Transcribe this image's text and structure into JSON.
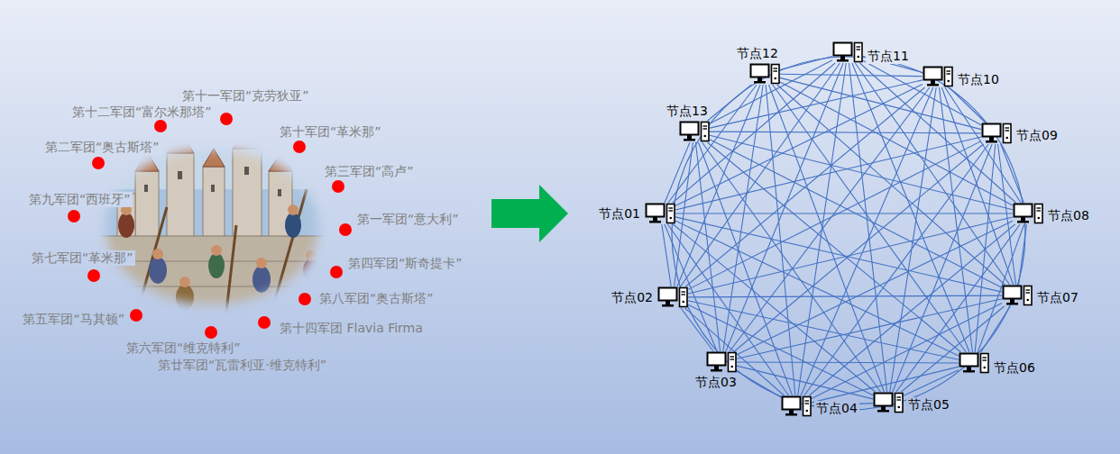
{
  "diagram": {
    "nodes": [
      {
        "text": [
          "节点01"
        ]
      },
      {
        "text": [
          "节点02"
        ]
      },
      {
        "text": [
          "节点03"
        ]
      },
      {
        "text": [
          "节点04"
        ]
      },
      {
        "text": [
          "节点05"
        ]
      },
      {
        "text": [
          "节点06"
        ]
      },
      {
        "text": [
          "节点07"
        ]
      },
      {
        "text": [
          "节点08"
        ]
      },
      {
        "text": [
          "节点09"
        ]
      },
      {
        "text": [
          "节点10"
        ]
      },
      {
        "text": [
          "节点11"
        ]
      },
      {
        "text": [
          "节点12"
        ]
      },
      {
        "text": [
          "节点13"
        ]
      }
    ],
    "edges": [
      {
        "from": 0,
        "to": 1,
        "arrow": "none"
      },
      {
        "from": 0,
        "to": 2,
        "arrow": "none"
      },
      {
        "from": 0,
        "to": 3,
        "arrow": "none"
      },
      {
        "from": 0,
        "to": 4,
        "arrow": "none"
      },
      {
        "from": 0,
        "to": 5,
        "arrow": "none"
      },
      {
        "from": 0,
        "to": 6,
        "arrow": "none"
      },
      {
        "from": 0,
        "to": 7,
        "arrow": "none"
      },
      {
        "from": 0,
        "to": 8,
        "arrow": "none"
      },
      {
        "from": 0,
        "to": 9,
        "arrow": "none"
      },
      {
        "from": 0,
        "to": 10,
        "arrow": "none"
      },
      {
        "from": 0,
        "to": 11,
        "arrow": "none"
      },
      {
        "from": 0,
        "to": 12,
        "arrow": "none"
      },
      {
        "from": 1,
        "to": 2,
        "arrow": "none"
      },
      {
        "from": 1,
        "to": 3,
        "arrow": "none"
      },
      {
        "from": 1,
        "to": 4,
        "arrow": "none"
      },
      {
        "from": 1,
        "to": 5,
        "arrow": "none"
      },
      {
        "from": 1,
        "to": 6,
        "arrow": "none"
      },
      {
        "from": 1,
        "to": 7,
        "arrow": "none"
      },
      {
        "from": 1,
        "to": 8,
        "arrow": "none"
      },
      {
        "from": 1,
        "to": 9,
        "arrow": "none"
      },
      {
        "from": 1,
        "to": 10,
        "arrow": "none"
      },
      {
        "from": 1,
        "to": 11,
        "arrow": "none"
      },
      {
        "from": 1,
        "to": 12,
        "arrow": "none"
      },
      {
        "from": 2,
        "to": 3,
        "arrow": "none"
      },
      {
        "from": 2,
        "to": 4,
        "arrow": "none"
      },
      {
        "from": 2,
        "to": 5,
        "arrow": "none"
      },
      {
        "from": 2,
        "to": 6,
        "arrow": "none"
      },
      {
        "from": 2,
        "to": 7,
        "arrow": "none"
      },
      {
        "from": 2,
        "to": 8,
        "arrow": "none"
      },
      {
        "from": 2,
        "to": 9,
        "arrow": "none"
      },
      {
        "from": 2,
        "to": 10,
        "arrow": "none"
      },
      {
        "from": 2,
        "to": 11,
        "arrow": "none"
      },
      {
        "from": 2,
        "to": 12,
        "arrow": "none"
      },
      {
        "from": 3,
        "to": 4,
        "arrow": "none"
      },
      {
        "from": 3,
        "to": 5,
        "arrow": "none"
      },
      {
        "from": 3,
        "to": 6,
        "arrow": "none"
      },
      {
        "from": 3,
        "to": 7,
        "arrow": "none"
      },
      {
        "from": 3,
        "to": 8,
        "arrow": "none"
      },
      {
        "from": 3,
        "to": 9,
        "arrow": "none"
      },
      {
        "from": 3,
        "to": 10,
        "arrow": "none"
      },
      {
        "from": 3,
        "to": 11,
        "arrow": "none"
      },
      {
        "from": 3,
        "to": 12,
        "arrow": "none"
      },
      {
        "from": 4,
        "to": 5,
        "arrow": "none"
      },
      {
        "from": 4,
        "to": 6,
        "arrow": "none"
      },
      {
        "from": 4,
        "to": 7,
        "arrow": "none"
      },
      {
        "from": 4,
        "to": 8,
        "arrow": "none"
      },
      {
        "from": 4,
        "to": 9,
        "arrow": "none"
      },
      {
        "from": 4,
        "to": 10,
        "arrow": "none"
      },
      {
        "from": 4,
        "to": 11,
        "arrow": "none"
      },
      {
        "from": 4,
        "to": 12,
        "arrow": "none"
      },
      {
        "from": 5,
        "to": 6,
        "arrow": "none"
      },
      {
        "from": 5,
        "to": 7,
        "arrow": "none"
      },
      {
        "from": 5,
        "to": 8,
        "arrow": "none"
      },
      {
        "from": 5,
        "to": 9,
        "arrow": "none"
      },
      {
        "from": 5,
        "to": 10,
        "arrow": "none"
      },
      {
        "from": 5,
        "to": 11,
        "arrow": "none"
      },
      {
        "from": 5,
        "to": 12,
        "arrow": "none"
      },
      {
        "from": 6,
        "to": 7,
        "arrow": "none"
      },
      {
        "from": 6,
        "to": 8,
        "arrow": "none"
      },
      {
        "from": 6,
        "to": 9,
        "arrow": "none"
      },
      {
        "from": 6,
        "to": 10,
        "arrow": "none"
      },
      {
        "from": 6,
        "to": 11,
        "arrow": "none"
      },
      {
        "from": 6,
        "to": 12,
        "arrow": "none"
      },
      {
        "from": 7,
        "to": 8,
        "arrow": "none"
      },
      {
        "from": 7,
        "to": 9,
        "arrow": "none"
      },
      {
        "from": 7,
        "to": 10,
        "arrow": "none"
      },
      {
        "from": 7,
        "to": 11,
        "arrow": "none"
      },
      {
        "from": 7,
        "to": 12,
        "arrow": "none"
      },
      {
        "from": 8,
        "to": 9,
        "arrow": "none"
      },
      {
        "from": 8,
        "to": 10,
        "arrow": "none"
      },
      {
        "from": 8,
        "to": 11,
        "arrow": "none"
      },
      {
        "from": 8,
        "to": 12,
        "arrow": "none"
      },
      {
        "from": 9,
        "to": 10,
        "arrow": "none"
      },
      {
        "from": 9,
        "to": 11,
        "arrow": "none"
      },
      {
        "from": 9,
        "to": 12,
        "arrow": "none"
      },
      {
        "from": 10,
        "to": 11,
        "arrow": "none"
      },
      {
        "from": 10,
        "to": 12,
        "arrow": "none"
      },
      {
        "from": 11,
        "to": 12,
        "arrow": "none"
      }
    ],
    "labels": [
      "第十一军团“克劳狄亚”",
      "第十二军团“富尔米那塔”",
      "第十军团“革米那”",
      "第二军团“奥古斯塔”",
      "第三军团“高卢”",
      "第九军团“西班牙”",
      "第一军团“意大利”",
      "第七军团“革米那”",
      "第四军团“斯奇提卡”",
      "第八军团“奥古斯塔”",
      "第五军团“马其顿”",
      "第十四军团 Flavia Firma",
      "第六军团“维克特利”",
      "第廿军团“瓦雷利亚·维克特利”"
    ]
  }
}
